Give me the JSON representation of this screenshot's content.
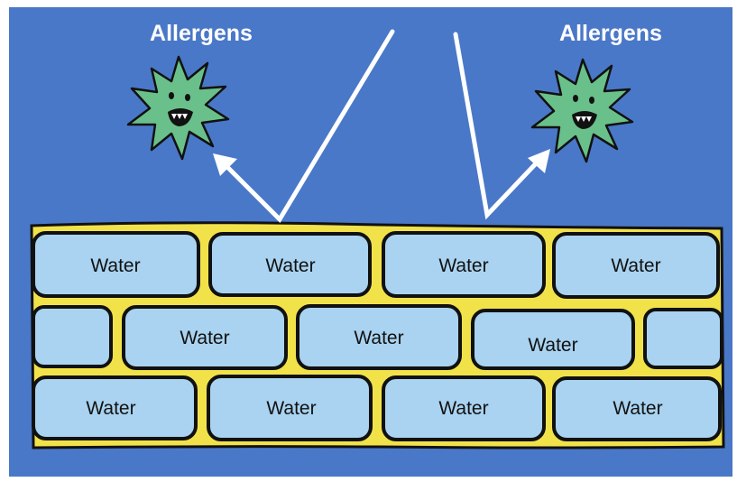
{
  "colors": {
    "background": "#4a78c8",
    "frame": "#ffffff",
    "mortar": "#f2e24a",
    "brick": "#a9d3f0",
    "outline": "#111111",
    "allergen_body": "#6ac08a",
    "arrow": "#ffffff"
  },
  "labels": {
    "left_allergen": "Allergens",
    "right_allergen": "Allergens"
  },
  "icons": {
    "allergen_left": "allergen-germ-icon",
    "allergen_right": "allergen-germ-icon",
    "arrow_left": "reflect-arrow-icon",
    "arrow_right": "reflect-arrow-icon"
  },
  "wall": {
    "rows": [
      [
        "Water",
        "Water",
        "Water",
        "Water"
      ],
      [
        "",
        "Water",
        "Water",
        "Water",
        ""
      ],
      [
        "Water",
        "Water",
        "Water",
        "Water"
      ]
    ]
  }
}
